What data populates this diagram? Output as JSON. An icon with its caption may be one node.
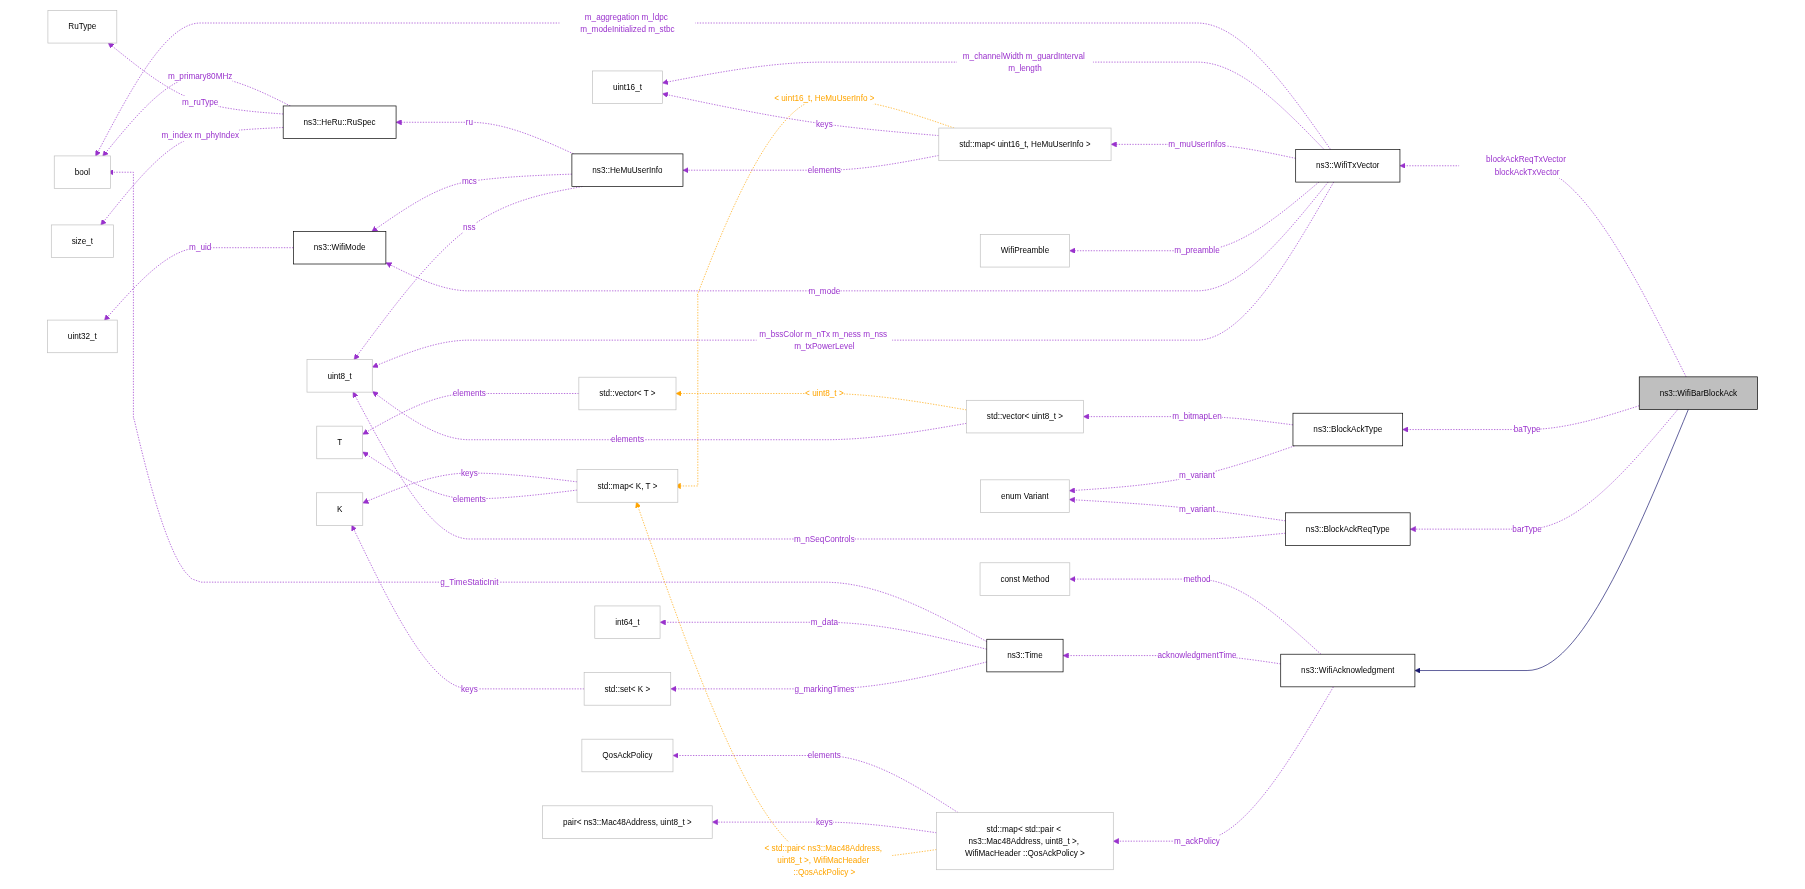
{
  "diagram": {
    "nodes": [
      {
        "text": [
          "int64_t"
        ]
      },
      {
        "text": [
          "const Method"
        ]
      },
      {
        "text": [
          "ns3::Time"
        ]
      },
      {
        "text": [
          "std::set< K >"
        ]
      },
      {
        "text": [
          "ns3::WifiAcknowledgment"
        ]
      },
      {
        "text": [
          "QosAckPolicy"
        ]
      },
      {
        "text": [
          "std::map< std::pair < ns3::Mac48Address, uint8_t >, WifiMacHeader ::QosAckPolicy >"
        ]
      },
      {
        "text": [
          "K"
        ]
      },
      {
        "text": [
          "pair< ns3::Mac48Address, uint8_t >"
        ]
      },
      {
        "text": [
          "std::map< K, T >"
        ]
      },
      {
        "text": [
          "bool"
        ]
      },
      {
        "text": [
          "T"
        ]
      },
      {
        "text": [
          "RuType"
        ]
      },
      {
        "text": [
          "ns3::HeRu::RuSpec"
        ]
      },
      {
        "text": [
          "size_t"
        ]
      },
      {
        "text": [
          "uint16_t"
        ]
      },
      {
        "text": [
          "std::vector< T >"
        ]
      },
      {
        "text": [
          "std::map< uint16_t, HeMuUserInfo >"
        ]
      },
      {
        "text": [
          "uint32_t"
        ]
      },
      {
        "text": [
          "ns3::WifiMode"
        ]
      },
      {
        "text": [
          "ns3::HeMuUserInfo"
        ]
      },
      {
        "text": [
          "WifiPreamble"
        ]
      },
      {
        "text": [
          "ns3::WifiTxVector"
        ]
      },
      {
        "text": [
          "ns3::WifiBarBlockAck"
        ]
      },
      {
        "text": [
          "uint8_t"
        ]
      },
      {
        "text": [
          "std::vector< uint8_t >"
        ]
      },
      {
        "text": [
          "ns3::BlockAckType"
        ]
      },
      {
        "text": [
          "enum Variant"
        ]
      },
      {
        "text": [
          "ns3::BlockAckReqType"
        ]
      }
    ],
    "edges": [
      {
        "from": 2,
        "to": 10,
        "arrow": "to",
        "label": "g_TimeStaticInit",
        "style": "dashed"
      },
      {
        "from": 2,
        "to": 0,
        "arrow": "to",
        "label": "m_data",
        "style": "dashed"
      },
      {
        "from": 2,
        "to": 3,
        "arrow": "to",
        "label": "g_markingTimes",
        "style": "dashed"
      },
      {
        "from": 4,
        "to": 1,
        "arrow": "to",
        "label": "method",
        "style": "dashed"
      },
      {
        "from": 4,
        "to": 2,
        "arrow": "to",
        "label": "acknowledgmentTime",
        "style": "dashed"
      },
      {
        "from": 4,
        "to": 6,
        "arrow": "to",
        "label": "m_ackPolicy",
        "style": "dashed"
      },
      {
        "from": 3,
        "to": 7,
        "arrow": "to",
        "label": "keys",
        "style": "dashed"
      },
      {
        "from": 6,
        "to": 5,
        "arrow": "to",
        "label": "elements",
        "style": "dashed"
      },
      {
        "from": 6,
        "to": 8,
        "arrow": "to",
        "label": "keys",
        "style": "dashed"
      },
      {
        "from": 6,
        "to": 9,
        "arrow": "to",
        "label": "< std::pair< ns3::Mac48Address, uint8_t >, WifiMacHeader ::QosAckPolicy >",
        "style": "dashed",
        "color": "#ffa500"
      },
      {
        "from": 9,
        "to": 7,
        "arrow": "to",
        "label": "keys",
        "style": "dashed"
      },
      {
        "from": 9,
        "to": 11,
        "arrow": "to",
        "label": "elements",
        "style": "dashed"
      },
      {
        "from": 22,
        "to": 10,
        "arrow": "to",
        "label": "m_aggregation m_ldpc m_modeInitialized m_stbc",
        "style": "dashed"
      },
      {
        "from": 13,
        "to": 10,
        "arrow": "to",
        "label": "m_primary80MHz",
        "style": "dashed"
      },
      {
        "from": 13,
        "to": 12,
        "arrow": "to",
        "label": "m_ruType",
        "style": "dashed"
      },
      {
        "from": 13,
        "to": 14,
        "arrow": "to",
        "label": "m_index m_phyIndex",
        "style": "dashed"
      },
      {
        "from": 16,
        "to": 11,
        "arrow": "to",
        "label": "elements",
        "style": "dashed"
      },
      {
        "from": 17,
        "to": 9,
        "arrow": "to",
        "label": "< uint16_t, HeMuUserInfo >",
        "style": "dashed",
        "color": "#ffa500"
      },
      {
        "from": 22,
        "to": 15,
        "arrow": "to",
        "label": "m_channelWidth m_guardInterval m_length",
        "style": "dashed"
      },
      {
        "from": 17,
        "to": 15,
        "arrow": "to",
        "label": "keys",
        "style": "dashed"
      },
      {
        "from": 17,
        "to": 20,
        "arrow": "to",
        "label": "elements",
        "style": "dashed"
      },
      {
        "from": 20,
        "to": 13,
        "arrow": "to",
        "label": "ru",
        "style": "dashed"
      },
      {
        "from": 20,
        "to": 19,
        "arrow": "to",
        "label": "mcs",
        "style": "dashed"
      },
      {
        "from": 20,
        "to": 24,
        "arrow": "to",
        "label": "nss",
        "style": "dashed"
      },
      {
        "from": 19,
        "to": 18,
        "arrow": "to",
        "label": "m_uid",
        "style": "dashed"
      },
      {
        "from": 22,
        "to": 17,
        "arrow": "to",
        "label": "m_muUserInfos",
        "style": "dashed"
      },
      {
        "from": 22,
        "to": 21,
        "arrow": "to",
        "label": "m_preamble",
        "style": "dashed"
      },
      {
        "from": 22,
        "to": 19,
        "arrow": "to",
        "label": "m_mode",
        "style": "dashed"
      },
      {
        "from": 22,
        "to": 24,
        "arrow": "to",
        "label": "m_bssColor m_nTx m_ness m_nss m_txPowerLevel",
        "style": "dashed"
      },
      {
        "from": 25,
        "to": 16,
        "arrow": "to",
        "label": "< uint8_t >",
        "style": "dashed",
        "color": "#ffa500"
      },
      {
        "from": 25,
        "to": 24,
        "arrow": "to",
        "label": "elements",
        "style": "dashed"
      },
      {
        "from": 26,
        "to": 25,
        "arrow": "to",
        "label": "m_bitmapLen",
        "style": "dashed"
      },
      {
        "from": 26,
        "to": 27,
        "arrow": "to",
        "label": "m_variant",
        "style": "dashed"
      },
      {
        "from": 28,
        "to": 27,
        "arrow": "to",
        "label": "m_variant",
        "style": "dashed"
      },
      {
        "from": 28,
        "to": 24,
        "arrow": "to",
        "label": "m_nSeqControls",
        "style": "dashed"
      },
      {
        "from": 23,
        "to": 22,
        "arrow": "to",
        "label": "blockAckReqTxVector blockAckTxVector",
        "style": "dashed"
      },
      {
        "from": 23,
        "to": 26,
        "arrow": "to",
        "label": "baType",
        "style": "dashed"
      },
      {
        "from": 23,
        "to": 28,
        "arrow": "to",
        "label": "barType",
        "style": "dashed"
      },
      {
        "from": 23,
        "to": 4,
        "arrow": "to",
        "color": "#191970"
      }
    ]
  }
}
